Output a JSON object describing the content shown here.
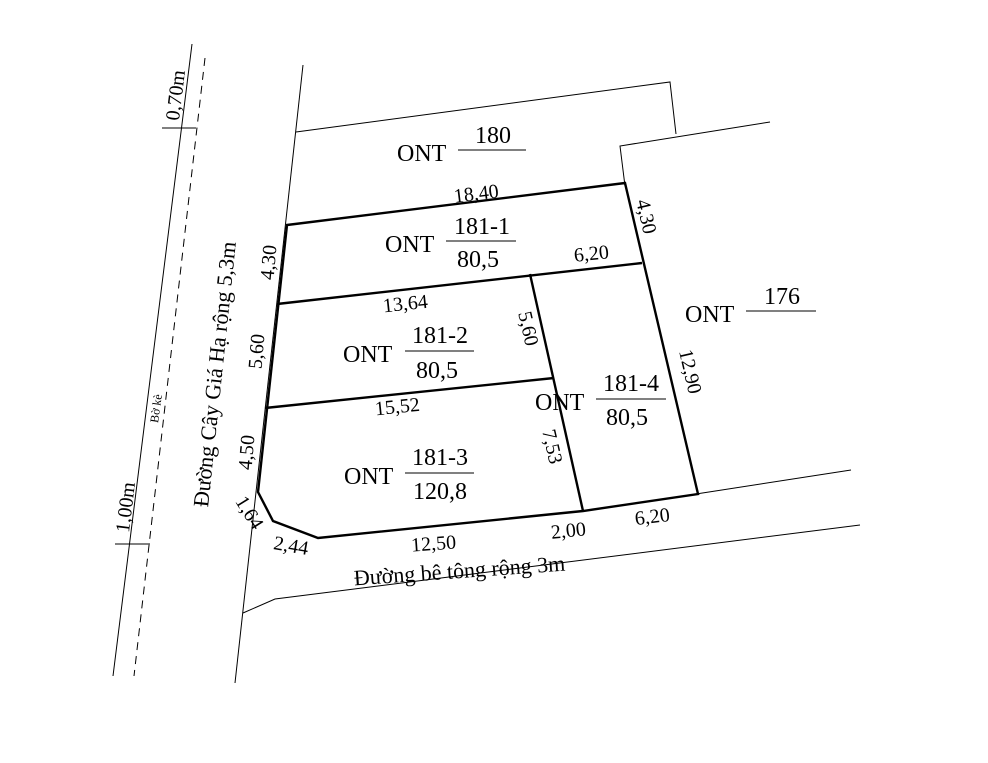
{
  "parcels": [
    {
      "code": "ONT",
      "number": "180",
      "area": ""
    },
    {
      "code": "ONT",
      "number": "181-1",
      "area": "80,5"
    },
    {
      "code": "ONT",
      "number": "181-2",
      "area": "80,5"
    },
    {
      "code": "ONT",
      "number": "181-3",
      "area": "120,8"
    },
    {
      "code": "ONT",
      "number": "181-4",
      "area": "80,5"
    },
    {
      "code": "ONT",
      "number": "176",
      "area": ""
    }
  ],
  "dimensions": {
    "top_18_40": "18,40",
    "right_4_30": "4,30",
    "left_4_30": "4,30",
    "mid_6_20": "6,20",
    "mid_13_64": "13,64",
    "inner_5_60": "5,60",
    "left_5_60": "5,60",
    "right_12_90": "12,90",
    "mid_15_52": "15,52",
    "left_4_50": "4,50",
    "inner_7_53": "7,53",
    "corner_1_64": "1,64",
    "corner_2_44": "2,44",
    "bottom_12_50": "12,50",
    "bottom_2_00": "2,00",
    "bottom_6_20": "6,20"
  },
  "streets": {
    "left_road": "Đường Cây Giá Hạ rộng 5,3m",
    "bottom_road": "Đường bê tông rộng 3m",
    "embankment": "Bờ kè",
    "width_top": "0,70m",
    "width_bottom": "1,00m"
  }
}
